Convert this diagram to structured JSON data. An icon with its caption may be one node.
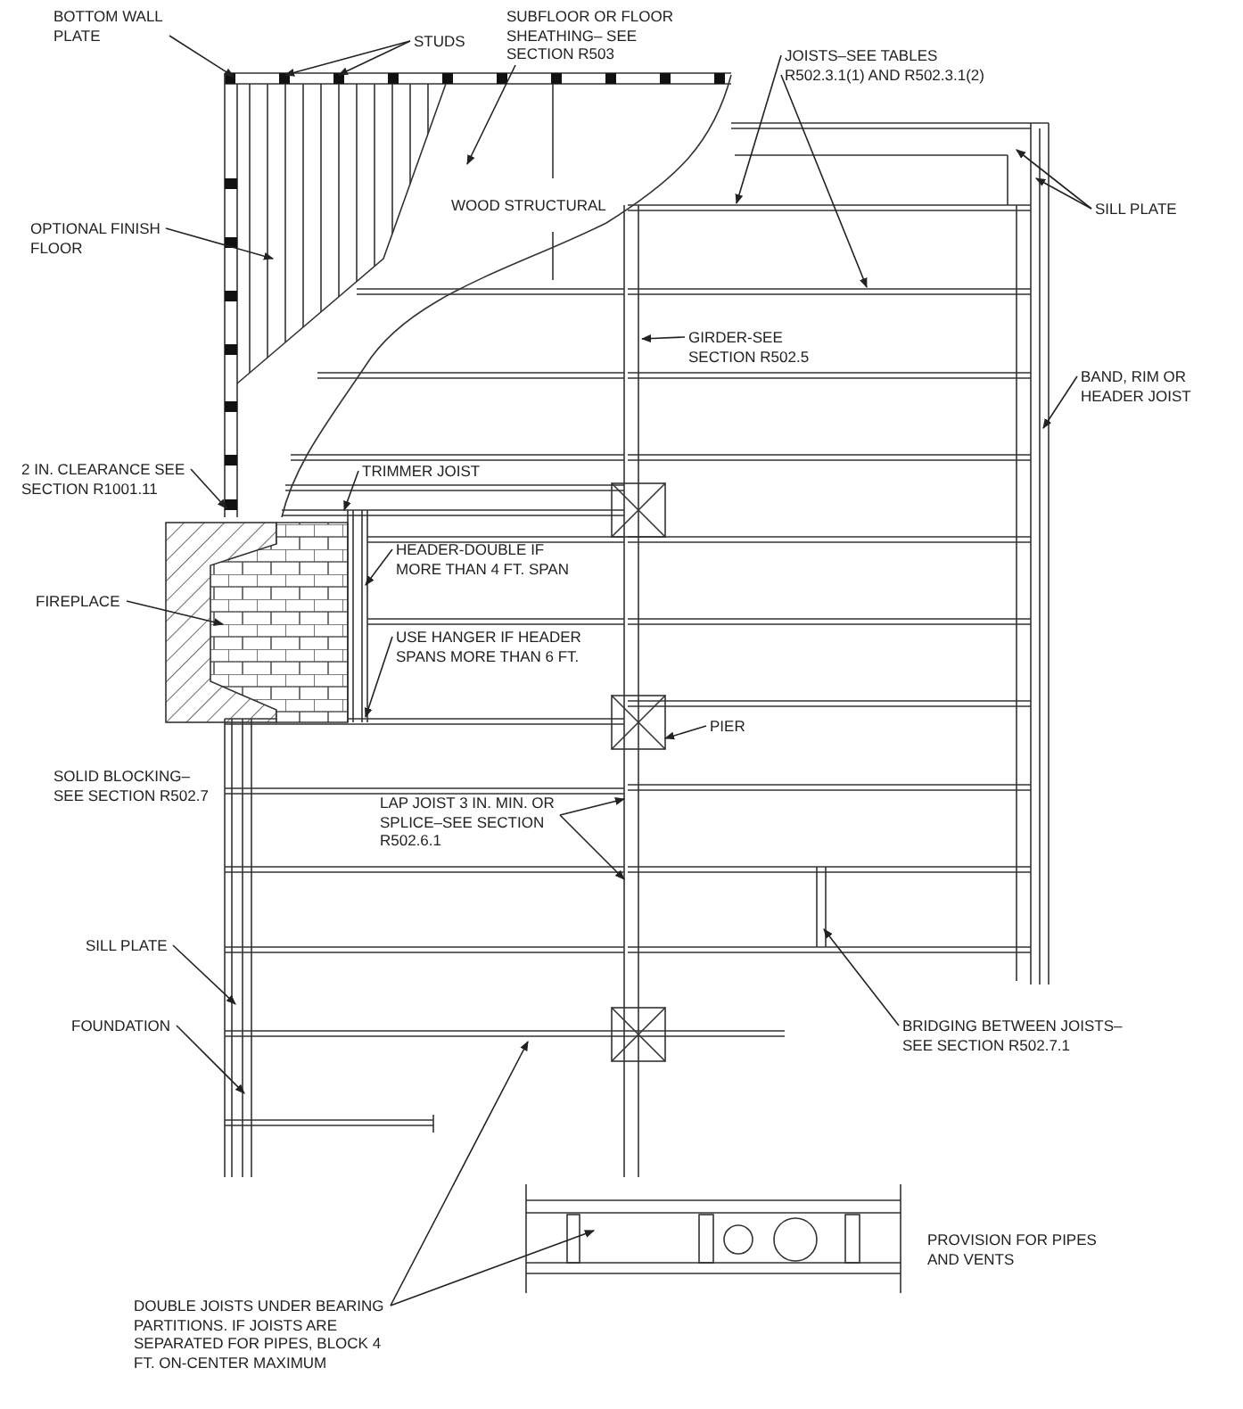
{
  "diagram": {
    "nodes": [
      {
        "text": [
          "BOTTOM WALL PLATE"
        ]
      },
      {
        "text": [
          "STUDS"
        ]
      },
      {
        "text": [
          "SUBFLOOR OR FLOOR SHEATHING– SEE SECTION R503"
        ]
      },
      {
        "text": [
          "JOISTS–SEE TABLES R502.3.1(1) AND R502.3.1(2)"
        ]
      },
      {
        "text": [
          "OPTIONAL FINISH FLOOR"
        ]
      },
      {
        "text": [
          "SILL PLATE"
        ]
      },
      {
        "text": [
          "GIRDER-SEE SECTION R502.5"
        ]
      },
      {
        "text": [
          "BAND, RIM OR HEADER JOIST"
        ]
      },
      {
        "text": [
          "2 IN. CLEARANCE SEE SECTION R1001.11"
        ]
      },
      {
        "text": [
          "TRIMMER JOIST"
        ]
      },
      {
        "text": [
          "FIREPLACE"
        ]
      },
      {
        "text": [
          "HEADER-DOUBLE IF MORE THAN 4 FT. SPAN"
        ]
      },
      {
        "text": [
          "USE HANGER IF HEADER SPANS MORE THAN 6 FT."
        ]
      },
      {
        "text": [
          "PIER"
        ]
      },
      {
        "text": [
          "LAP JOIST 3 IN. MIN. OR SPLICE–SEE SECTION R502.6.1"
        ]
      },
      {
        "text": [
          "SILL PLATE"
        ]
      },
      {
        "text": [
          "FOUNDATION"
        ]
      },
      {
        "text": [
          "BRIDGING BETWEEN JOISTS–SEE SECTION R502.7.1"
        ]
      },
      {
        "text": [
          "DOUBLE JOISTS UNDER BEARING PARTITIONS. IF JOISTS ARE SEPARATED FOR PIPES, BLOCK 4 FT. ON-CENTER MAXIMUM"
        ]
      }
    ],
    "edges": [
      {
        "from": 0,
        "to": null,
        "arrow": "to"
      },
      {
        "from": 1,
        "to": null,
        "arrow": "to"
      },
      {
        "from": 1,
        "to": null,
        "arrow": "to"
      },
      {
        "from": 2,
        "to": null,
        "arrow": "to"
      },
      {
        "from": 3,
        "to": null,
        "arrow": "to"
      },
      {
        "from": 3,
        "to": null,
        "arrow": "to"
      },
      {
        "from": 4,
        "to": null,
        "arrow": "to"
      },
      {
        "from": 5,
        "to": null,
        "arrow": "to"
      },
      {
        "from": 5,
        "to": null,
        "arrow": "to"
      },
      {
        "from": 6,
        "to": null,
        "arrow": "to"
      },
      {
        "from": 7,
        "to": null,
        "arrow": "to"
      },
      {
        "from": 8,
        "to": null,
        "arrow": "to"
      },
      {
        "from": 9,
        "to": null,
        "arrow": "to"
      },
      {
        "from": 10,
        "to": null,
        "arrow": "to"
      },
      {
        "from": 11,
        "to": null,
        "arrow": "to"
      },
      {
        "from": 12,
        "to": null,
        "arrow": "to"
      },
      {
        "from": 13,
        "to": null,
        "arrow": "to"
      },
      {
        "from": 14,
        "to": null,
        "arrow": "to"
      },
      {
        "from": 14,
        "to": null,
        "arrow": "to"
      },
      {
        "from": 15,
        "to": null,
        "arrow": "to"
      },
      {
        "from": 16,
        "to": null,
        "arrow": "to"
      },
      {
        "from": 17,
        "to": null,
        "arrow": "to"
      },
      {
        "from": 18,
        "to": null,
        "arrow": "to"
      },
      {
        "from": 18,
        "to": null,
        "arrow": "to"
      }
    ],
    "labels": [
      "WOOD STRUCTURAL",
      "SOLID BLOCKING–SEE SECTION R502.7",
      "PROVISION FOR PIPES AND VENTS"
    ]
  }
}
